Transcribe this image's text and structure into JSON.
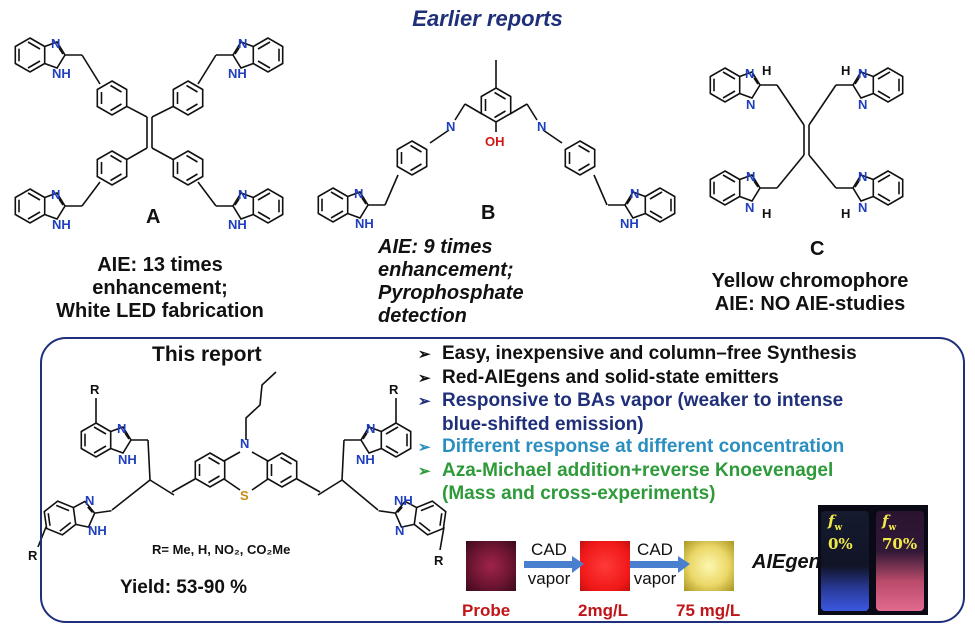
{
  "header": {
    "title": "Earlier reports"
  },
  "compounds": [
    {
      "letter": "A",
      "lines": [
        "AIE: 13 times enhancement;",
        "White LED fabrication"
      ],
      "italic": false
    },
    {
      "letter": "B",
      "lines": [
        "AIE: 9 times enhancement;",
        "Pyrophosphate detection"
      ],
      "italic": true
    },
    {
      "letter": "C",
      "lines": [
        "Yellow chromophore",
        "AIE: NO AIE-studies"
      ],
      "italic": false
    }
  ],
  "atoms": {
    "nh": "NH",
    "n": "N",
    "h": "H",
    "oh": "OH",
    "s": "S",
    "r": "R",
    "methyl_group": ""
  },
  "report": {
    "title": "This report",
    "substituents": "R= Me, H, NO₂, CO₂Me",
    "yield": "Yield: 53-90 %",
    "bullets": [
      {
        "text": "Easy, inexpensive and column–free Synthesis",
        "cont": "",
        "color": "#111111"
      },
      {
        "text": "Red-AIEgens and solid-state emitters",
        "cont": "",
        "color": "#111111"
      },
      {
        "text": "Responsive to BAs vapor (weaker to intense",
        "cont": "blue-shifted emission)",
        "color": "#1f2f7a"
      },
      {
        "text": "Different response at different concentration",
        "cont": "",
        "color": "#2a8fc0"
      },
      {
        "text": "Aza-Michael addition+reverse Knoevenagel",
        "cont": "(Mass and cross-experiments)",
        "color": "#2e9a3a"
      }
    ],
    "vapor_steps": {
      "arrow_label_top": "CAD",
      "arrow_label_bottom": "vapor",
      "samples": [
        "Probe",
        "2mg/L",
        "75 mg/L"
      ],
      "aiegen": "AIEgen",
      "vials": [
        {
          "fw": "f",
          "sub": "w",
          "pct": "0%"
        },
        {
          "fw": "f",
          "sub": "w",
          "pct": "70%"
        }
      ]
    }
  },
  "colors": {
    "accent": "#1f2f7a",
    "nitrogen": "#1f3fbf",
    "oxygen": "#d01818",
    "sulfur": "#c88a10",
    "red_label": "#c0161a"
  }
}
